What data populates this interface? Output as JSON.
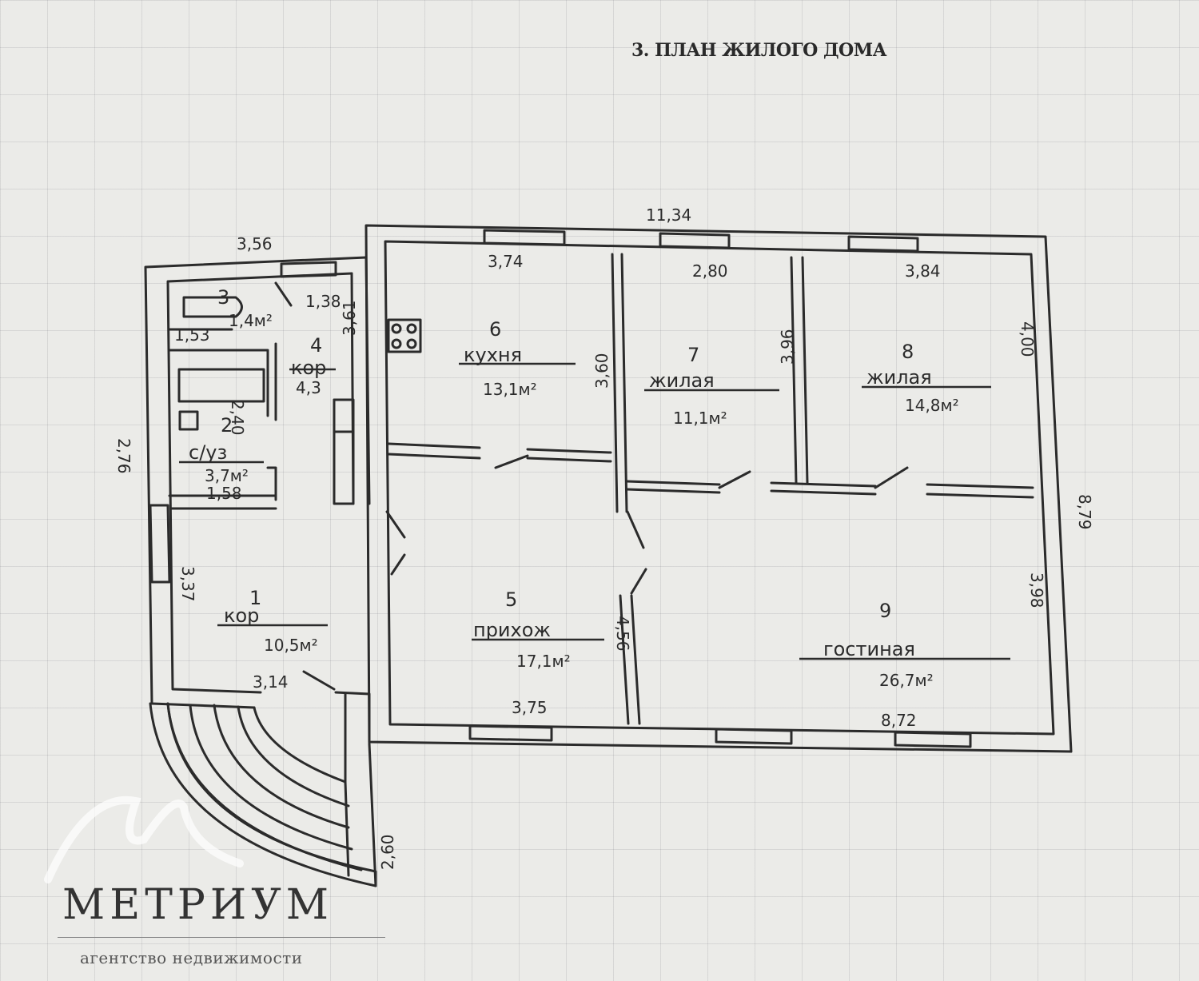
{
  "title": "3. ПЛАН ЖИЛОГО ДОМА",
  "brand": {
    "name": "МЕТРИУМ",
    "subtitle": "агентство недвижимости"
  },
  "rooms": [
    {
      "num": "1",
      "name": "кор",
      "area": "10,5м²"
    },
    {
      "num": "2",
      "name": "с/уз",
      "area": "3,7м²"
    },
    {
      "num": "3",
      "name": "",
      "area": "1,4м²"
    },
    {
      "num": "4",
      "name": "кор",
      "area": "4,3"
    },
    {
      "num": "5",
      "name": "прихож",
      "area": "17,1м²"
    },
    {
      "num": "6",
      "name": "кухня",
      "area": "13,1м²"
    },
    {
      "num": "7",
      "name": "жилая",
      "area": "11,1м²"
    },
    {
      "num": "8",
      "name": "жилая",
      "area": "14,8м²"
    },
    {
      "num": "9",
      "name": "гостиная",
      "area": "26,7м²"
    }
  ],
  "dimensions": {
    "d1": "11,34",
    "d2": "3,56",
    "d3": "3,74",
    "d4": "2,80",
    "d5": "3,84",
    "d6": "1,38",
    "d7": "3,61",
    "d8": "3,60",
    "d9": "3,96",
    "d10": "4,00",
    "d11": "1,53",
    "d12": "2,40",
    "d13": "1,58",
    "d14": "2,76",
    "d15": "8,79",
    "d16": "3,37",
    "d17": "3,14",
    "d18": "4,56",
    "d19": "3,98",
    "d20": "3,75",
    "d21": "8,72",
    "d22": "2,60"
  },
  "colors": {
    "ink": "#2b2b2b",
    "paper": "#ebebe8"
  }
}
